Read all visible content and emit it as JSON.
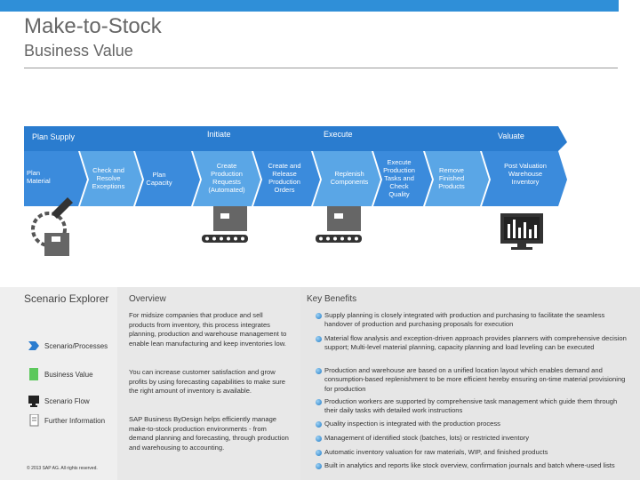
{
  "header": {
    "title": "Make-to-Stock",
    "subtitle": "Business Value"
  },
  "process": {
    "phases": {
      "plan_supply": "Plan Supply",
      "initiate": "Initiate",
      "execute": "Execute",
      "valuate": "Valuate"
    },
    "steps": [
      "Plan Material",
      "Check and Resolve Exceptions",
      "Plan Capacity",
      "Create Production Requests (Automated)",
      "Create and Release Production Orders",
      "Replenish Components",
      "Execute Production Tasks and Check Quality",
      "Remove Finished Products",
      "Post Valuation Warehouse Inventory"
    ],
    "colors": {
      "dark": "#2a7ccf",
      "light": "#5aa6e6",
      "chevron": "#ffffff"
    }
  },
  "sidebar": {
    "title": "Scenario Explorer",
    "items": [
      {
        "label": "Scenario/Processes",
        "icon": "processes-icon"
      },
      {
        "label": "Business Value",
        "icon": "business-value-icon"
      },
      {
        "label": "Scenario Flow",
        "icon": "monitor-icon"
      },
      {
        "label": "Further Information",
        "icon": "document-icon"
      }
    ],
    "copyright": "© 2013 SAP AG. All rights reserved."
  },
  "overview": {
    "heading": "Overview",
    "paragraphs": [
      "For midsize companies that produce and sell products from inventory, this process integrates planning, production and warehouse management to enable lean manufacturing and keep inventories low.",
      "You can increase customer satisfaction and grow profits by using forecasting capabilities to make sure the right amount of inventory is available.",
      "SAP Business ByDesign helps efficiently manage make-to-stock production environments - from demand planning and forecasting, through production and warehousing to accounting."
    ]
  },
  "benefits": {
    "heading": "Key Benefits",
    "items": [
      "Supply planning is closely integrated with production and purchasing to facilitate the seamless handover of production and purchasing proposals for execution",
      "Material flow analysis and exception-driven approach provides planners with comprehensive decision support; Multi-level material planning, capacity planning and load leveling can be executed",
      "Production and warehouse are based on a unified location layout which enables demand and consumption-based replenishment to be more efficient hereby ensuring on-time material provisioning for production",
      "Production workers are supported by comprehensive task management which guide them through their daily tasks with detailed work instructions",
      "Quality inspection is integrated with the production process",
      "Management of identified stock (batches, lots) or restricted inventory",
      "Automatic inventory valuation for raw materials, WIP, and finished products",
      "Built in analytics and reports like stock overview, confirmation journals and batch where-used lists"
    ]
  }
}
